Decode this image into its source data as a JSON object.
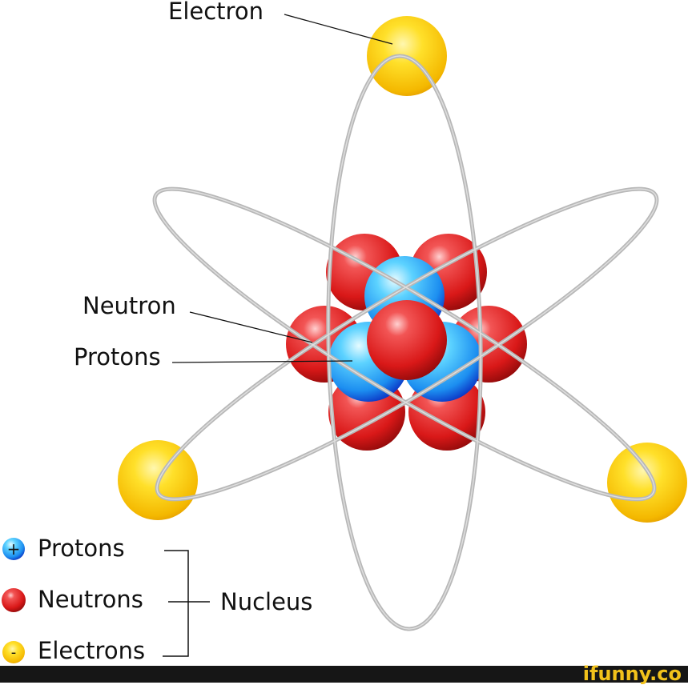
{
  "labels": {
    "electron": "Electron",
    "neutron": "Neutron",
    "protons": "Protons"
  },
  "legend": {
    "items": [
      {
        "label": "Protons",
        "symbol": "+",
        "color": "#2f7fe6"
      },
      {
        "label": "Neutrons",
        "symbol": "",
        "color": "#e02424"
      },
      {
        "label": "Electrons",
        "symbol": "-",
        "color": "#f5c400"
      }
    ],
    "group_label": "Nucleus"
  },
  "watermark": "ifunny.co",
  "colors": {
    "proton": "#2f9ef0",
    "neutron": "#e02424",
    "electron": "#f5c400",
    "orbit": "#b8b8b8",
    "footer": "#161616"
  }
}
